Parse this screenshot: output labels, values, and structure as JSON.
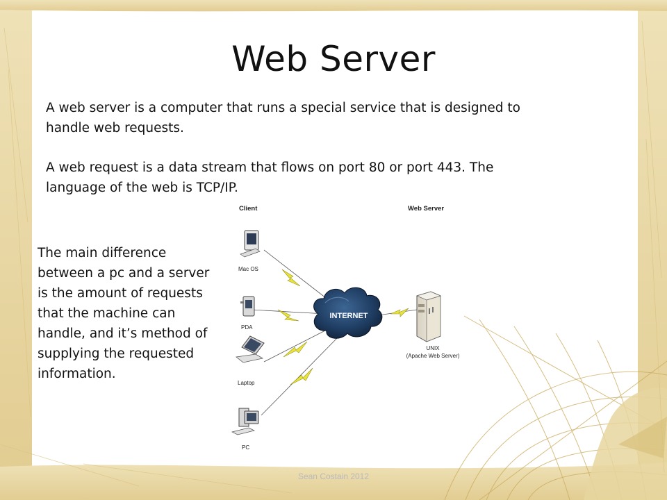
{
  "slide": {
    "title": "Web Server",
    "paragraph_1": "A web server is a computer that runs a special service that is designed to handle web requests.",
    "paragraph_2": "A web request is a data stream that flows on port 80 or port 443. The language of the web is TCP/IP.",
    "side_text": "The main difference between a pc and a server is the amount of requests that the machine can handle, and it’s method of supplying the requested information.",
    "footer": "Sean Costain 2012"
  },
  "diagram": {
    "client_header": "Client",
    "server_header": "Web Server",
    "clients": [
      "Mac OS",
      "PDA",
      "Laptop",
      "PC"
    ],
    "cloud_label": "INTERNET",
    "server_label_1": "UNIX",
    "server_label_2": "(Apache Web Server)"
  },
  "colors": {
    "frame_tan": "#e6d29a",
    "frame_line": "#d2b66e",
    "cloud": "#1d3557",
    "lightning": "#e8e43c"
  }
}
